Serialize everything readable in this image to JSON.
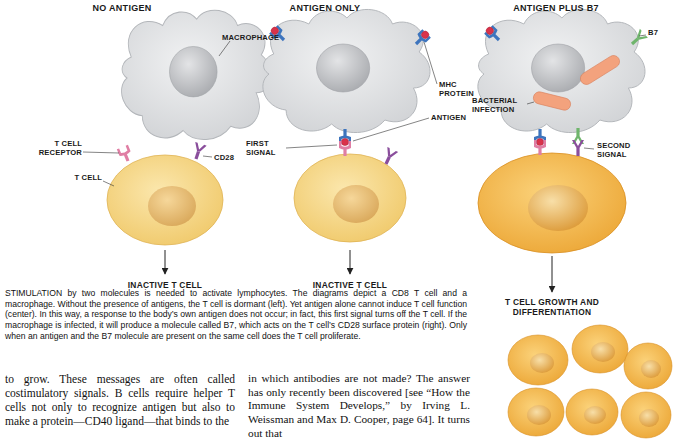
{
  "diagram": {
    "caption": "STIMULATION by two molecules is needed to activate lymphocytes. The diagrams depict a CD8 T cell and a macrophage. Without the presence of antigens, the T cell is dormant (left). Yet antigen alone cannot induce T cell function (center). In this way, a response to the body’s own antigen does not occur; in fact, this first signal turns off the T cell. If the macrophage is infected, it will produce a molecule called B7, which acts on the T cell’s CD28 surface protein (right). Only when an antigen and the B7 molecule are present on the same cell does the T cell proliferate.",
    "labels": [
      "NO ANTIGEN",
      "ANTIGEN ONLY",
      "ANTIGEN PLUS B7",
      "MACROPHAGE",
      "T CELL RECEPTOR",
      "CD28",
      "T CELL",
      "INACTIVE T CELL",
      "FIRST SIGNAL",
      "MHC PROTEIN",
      "ANTIGEN",
      "INACTIVE T CELL",
      "B7",
      "BACTERIAL INFECTION",
      "SECOND SIGNAL",
      "T CELL GROWTH AND DIFFERENTIATION",
      "to grow. These messages are often called costimulatory signals. B cells require helper T cells not only to recognize antigen but also to make a protein—CD40 ligand—that binds to the",
      "in which antibodies are not made? The answer has only recently been discovered [see “How the Immune System Develops,” by Irving L. Weissman and Max D. Cooper, page 64]. It turns out that"
    ]
  }
}
